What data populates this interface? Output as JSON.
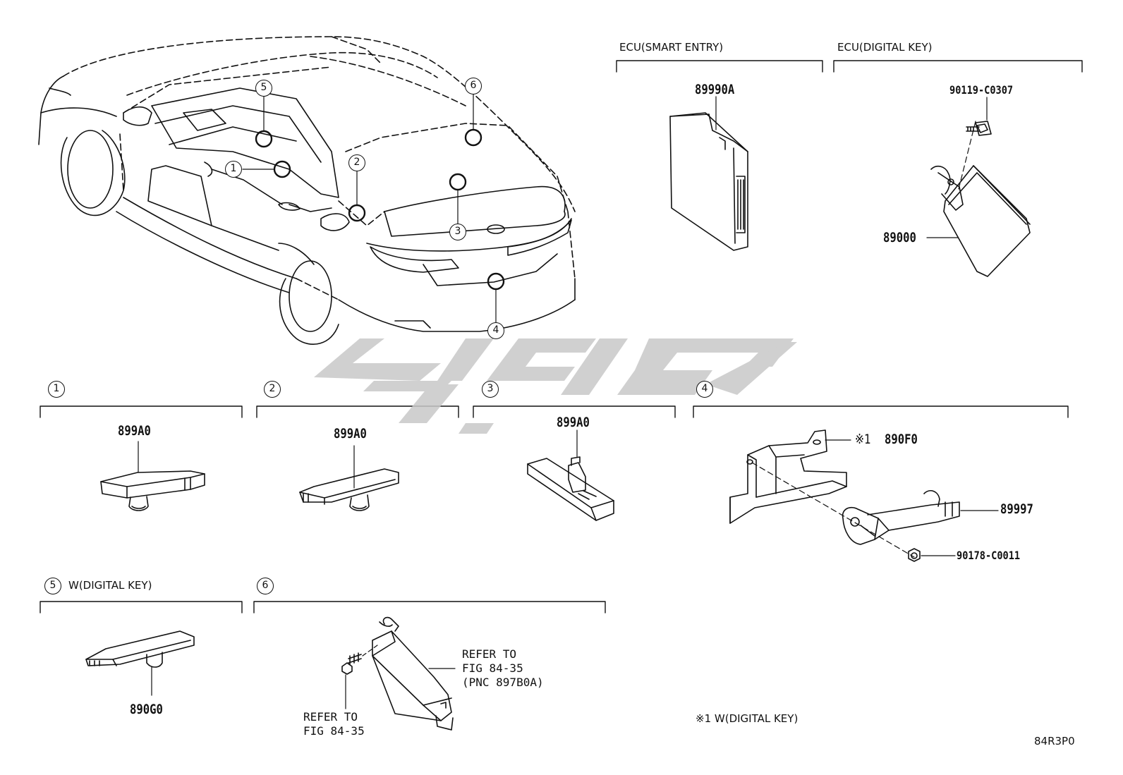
{
  "headers": {
    "ecu_smart_entry": "ECU(SMART ENTRY)",
    "ecu_digital_key": "ECU(DIGITAL KEY)",
    "digital_key_5": "W(DIGITAL KEY)"
  },
  "callouts": [
    "1",
    "2",
    "3",
    "4",
    "5",
    "6"
  ],
  "parts": {
    "ecu_smart_entry": "89990A",
    "ecu_digital_key": "89000",
    "bolt_digital_key": "90119-C0307",
    "sensor_1": "899A0",
    "sensor_2": "899A0",
    "sensor_3": "899A0",
    "bracket_4": "890F0",
    "bracket_4_note_mark": "※1",
    "sensor_4": "89997",
    "nut_4": "90178-C0011",
    "antenna_5": "890G0"
  },
  "references": {
    "fig6_module": [
      "REFER TO",
      "FIG 84-35",
      "(PNC 897B0A)"
    ],
    "fig6_bolt": [
      "REFER TO",
      "FIG 84-35"
    ]
  },
  "footnote": "※1 W(DIGITAL KEY)",
  "figure_code": "84R3P0",
  "colors": {
    "line": "#111111",
    "watermark": "#c8c8c8"
  },
  "icons": {
    "watermark": "watermark-logo"
  }
}
